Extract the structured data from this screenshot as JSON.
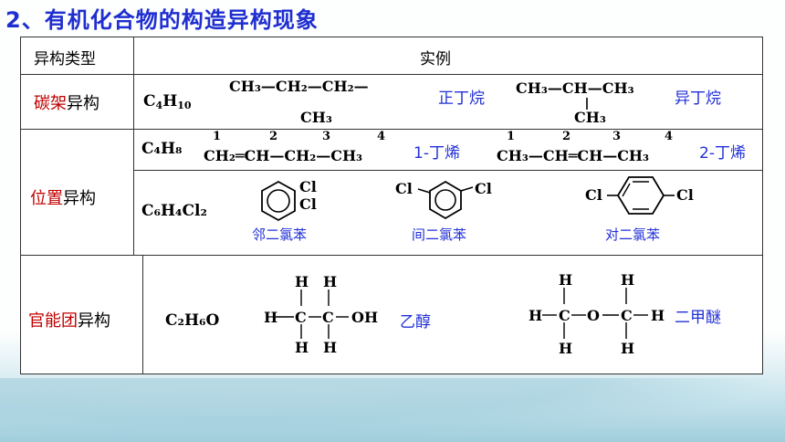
{
  "title": "2、有机化合物的构造异构现象",
  "header": {
    "col1": "异构类型",
    "col2": "实例"
  },
  "rows": {
    "carbon": {
      "type_highlight": "碳架",
      "type_rest": "异构",
      "formula_main": "C",
      "formula_sub1": "4",
      "formula_h": "H",
      "formula_sub2": "10",
      "n_butane_line1": "CH₃—CH₂—CH₂—",
      "n_butane_line2": "CH₃",
      "n_butane_name": "正丁烷",
      "iso_butane_line1": "CH₃—CH—CH₃",
      "iso_butane_line2": "CH₃",
      "iso_butane_name": "异丁烷"
    },
    "position": {
      "type_highlight": "位置",
      "type_rest": "异构",
      "butene_formula": "C₄H₈",
      "numbers": [
        "1",
        "2",
        "3",
        "4"
      ],
      "butene1_chain": "CH₂═CH—CH₂—CH₃",
      "butene1_name": "1-丁烯",
      "butene2_chain": "CH₃—CH═CH—CH₃",
      "butene2_name": "2-丁烯",
      "dcb_formula": "C₆H₄Cl₂",
      "cl": "Cl",
      "ortho_name": "邻二氯苯",
      "meta_name": "间二氯苯",
      "para_name": "对二氯苯"
    },
    "functional": {
      "type_highlight": "官能团",
      "type_rest": "异构",
      "formula": "C₂H₆O",
      "h": "H",
      "c": "C",
      "o": "O",
      "oh": "OH",
      "ethanol_name": "乙醇",
      "ether_name": "二甲醚"
    }
  }
}
